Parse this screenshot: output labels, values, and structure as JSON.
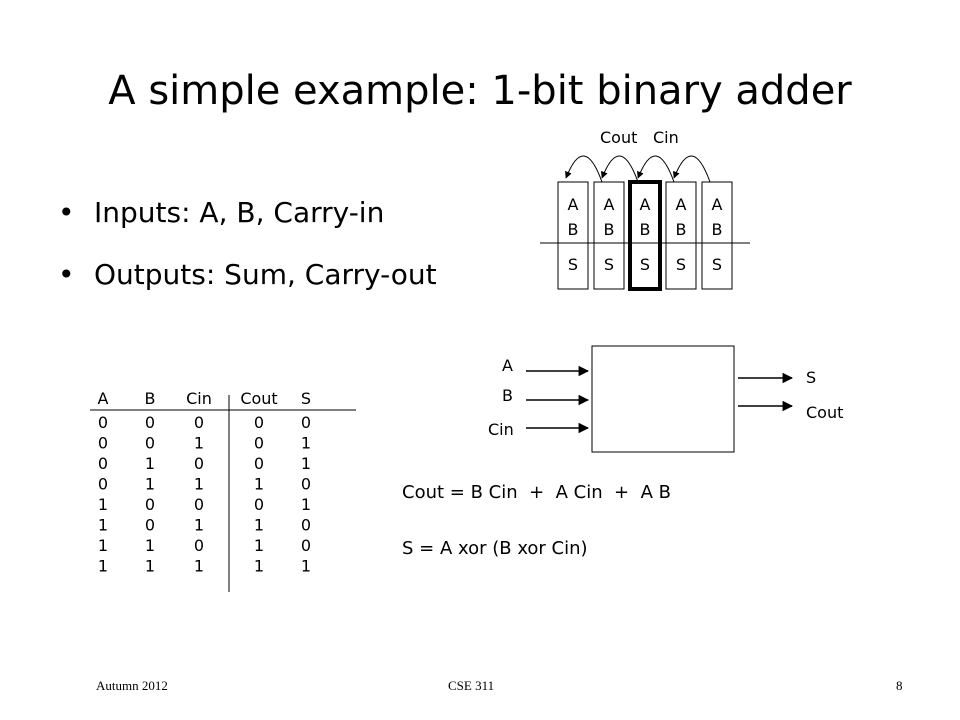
{
  "title": "A simple example: 1-bit binary adder",
  "bullets": [
    "Inputs: A, B, Carry-in",
    "Outputs: Sum, Carry-out"
  ],
  "adder_chain": {
    "cout_label": "Cout",
    "cin_label": "Cin",
    "cell_labels": [
      "A",
      "B",
      "S"
    ],
    "highlighted_index": 2,
    "cells": 5
  },
  "truth_table": {
    "headers": [
      "A",
      "B",
      "Cin",
      "Cout",
      "S"
    ],
    "rows": [
      [
        "0",
        "0",
        "0",
        "0",
        "0"
      ],
      [
        "0",
        "0",
        "1",
        "0",
        "1"
      ],
      [
        "0",
        "1",
        "0",
        "0",
        "1"
      ],
      [
        "0",
        "1",
        "1",
        "1",
        "0"
      ],
      [
        "1",
        "0",
        "0",
        "0",
        "1"
      ],
      [
        "1",
        "0",
        "1",
        "1",
        "0"
      ],
      [
        "1",
        "1",
        "0",
        "1",
        "0"
      ],
      [
        "1",
        "1",
        "1",
        "1",
        "1"
      ]
    ]
  },
  "block": {
    "inputs": [
      "A",
      "B",
      "Cin"
    ],
    "outputs": [
      "S",
      "Cout"
    ]
  },
  "equations": {
    "cout": "Cout = B Cin  +  A Cin  +  A B",
    "sum": "S = A xor (B xor Cin)"
  },
  "footer": {
    "left": "Autumn 2012",
    "center": "CSE 311",
    "page": "8"
  }
}
